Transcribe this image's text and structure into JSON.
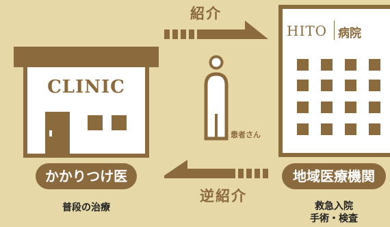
{
  "arrows": {
    "top_label": "紹介",
    "bottom_label": "逆紹介"
  },
  "clinic": {
    "sign": "CLINIC",
    "label": "かかりつけ医",
    "description": "普段の治療"
  },
  "hospital": {
    "name": "HITO",
    "name_kanji": "病院",
    "label": "地域医療機関",
    "description_line1": "救急入院",
    "description_line2": "手術・検査"
  },
  "patient": {
    "label": "患者さん"
  },
  "colors": {
    "background": "#e7d8a8",
    "accent": "#8b6a3e",
    "building": "#ffffff"
  }
}
